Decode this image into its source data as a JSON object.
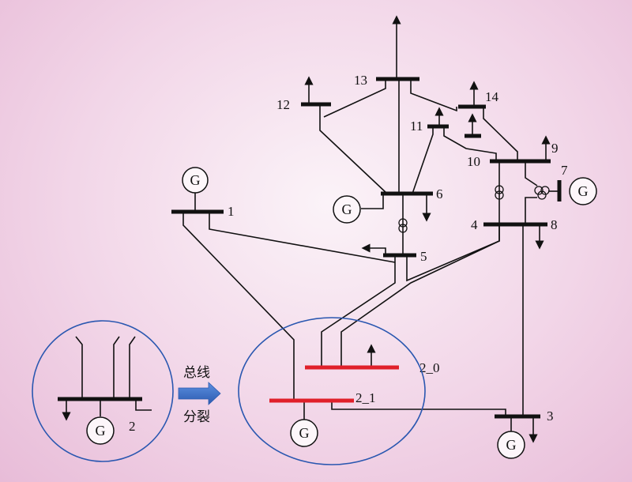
{
  "buses": {
    "b1": "1",
    "b3": "3",
    "b4": "4",
    "b5": "5",
    "b6": "6",
    "b7": "7",
    "b8": "8",
    "b9": "9",
    "b10": "10",
    "b11": "11",
    "b12": "12",
    "b13": "13",
    "b14": "14",
    "b2_0": "2_0",
    "b2_1": "2_1",
    "b2": "2"
  },
  "generator_symbol": "G",
  "split_arrow": {
    "top": "总线",
    "bottom": "分裂"
  },
  "colors": {
    "bus": "#111111",
    "split_bus": "#e0202a",
    "ring": "#2a57b0",
    "arrow": "#3a6fc4"
  }
}
